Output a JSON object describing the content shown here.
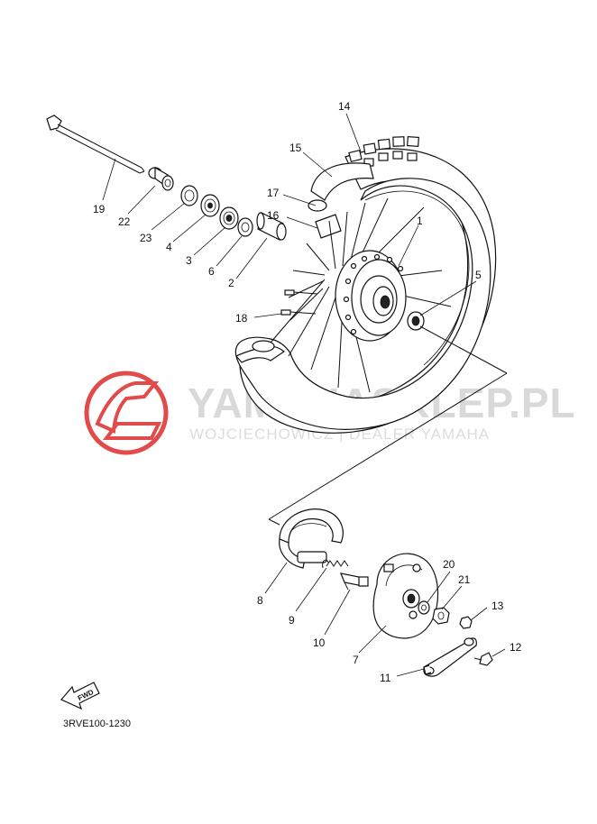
{
  "watermark": {
    "title": "YAMAHASKLEP.PL",
    "subtitle": "WOJCIECHOWICZ | DEALER YAMAHA",
    "logo_color": "#e34a4a",
    "text_color": "#d9d9d9"
  },
  "fwd_label": "FWD",
  "figure_code": "3RVE100-1230",
  "callouts": {
    "c1": "1",
    "c2": "2",
    "c3": "3",
    "c4": "4",
    "c5": "5",
    "c6": "6",
    "c7": "7",
    "c8": "8",
    "c9": "9",
    "c10": "10",
    "c11": "11",
    "c12": "12",
    "c13": "13",
    "c14": "14",
    "c15": "15",
    "c16": "16",
    "c17": "17",
    "c18": "18",
    "c19": "19",
    "c20": "20",
    "c21": "21",
    "c22": "22",
    "c23": "23"
  }
}
